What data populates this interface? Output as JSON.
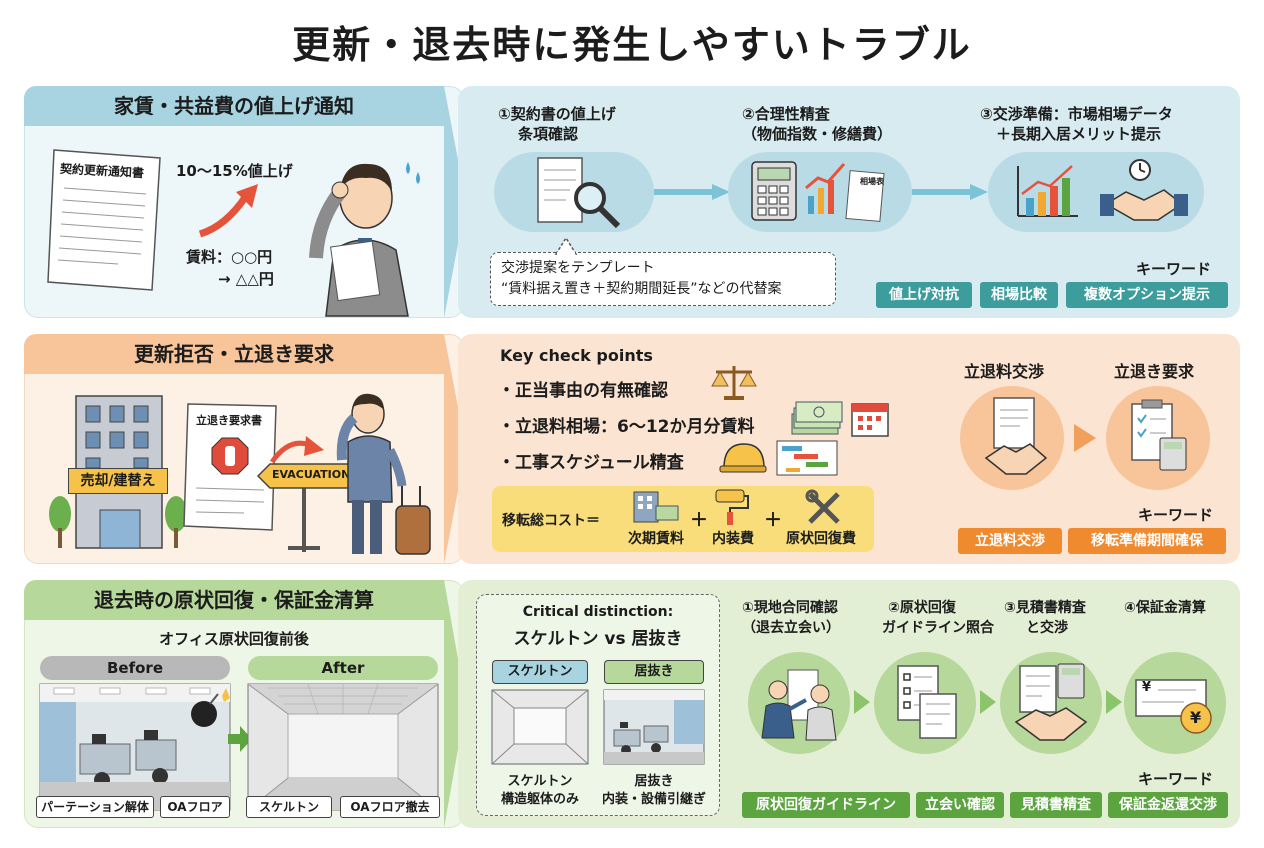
{
  "title": "更新・退去時に発生しやすいトラブル",
  "colors": {
    "blue": "#d7ebf1",
    "blue_head": "#a8d4e2",
    "blue_kw": "#3d9c9c",
    "orange": "#fbe5d2",
    "orange_head": "#f8c49a",
    "orange_kw": "#f08a2e",
    "green": "#e3efd5",
    "green_head": "#b6d89a",
    "green_kw": "#5ba440"
  },
  "s1": {
    "heading": "家賃・共益費の値上げ通知",
    "doc_title": "契約更新通知書",
    "raise": "10〜15%値上げ",
    "rent_line1": "賃料：○○円",
    "rent_line2": "→ △△円",
    "step1_l1": "①契約書の値上げ",
    "step1_l2": "条項確認",
    "step2_l1": "②合理性精査",
    "step2_l2": "（物価指数・修繕費）",
    "step3_l1": "③交渉準備：市場相場データ",
    "step3_l2": "＋長期入居メリット提示",
    "note_l1": "交渉提案をテンプレート",
    "note_l2": "“賃料据え置き＋契約期間延長”などの代替案",
    "doc_small": "相場表",
    "kw_label": "キーワード",
    "keywords": [
      "値上げ対抗",
      "相場比較",
      "複数オプション提示"
    ]
  },
  "s2": {
    "heading": "更新拒否・立退き要求",
    "building_sign": "売却/建替え",
    "doc_title": "立退き要求書",
    "evac": "EVACUATION",
    "check_title": "Key check points",
    "point1": "・正当事由の有無確認",
    "point2": "・立退料相場：6〜12か月分賃料",
    "point3": "・工事スケジュール精査",
    "cost_label": "移転総コスト＝",
    "cost1": "次期賃料",
    "cost2": "内装費",
    "cost3": "原状回復費",
    "plus": "＋",
    "nego1": "立退料交渉",
    "nego2": "立退き要求",
    "kw_label": "キーワード",
    "keywords": [
      "立退料交渉",
      "移転準備期間確保"
    ]
  },
  "s3": {
    "heading": "退去時の原状回復・保証金清算",
    "sub": "オフィス原状回復前後",
    "before": "Before",
    "after": "After",
    "tag1": "パーテーション解体",
    "tag2": "OAフロア",
    "tag3": "スケルトン",
    "tag4": "OAフロア撤去",
    "crit_l1": "Critical distinction:",
    "crit_l2": "スケルトン vs 居抜き",
    "sk_label": "スケルトン",
    "in_label": "居抜き",
    "sk_cap1": "スケルトン",
    "sk_cap2": "構造躯体のみ",
    "in_cap1": "居抜き",
    "in_cap2": "内装・設備引継ぎ",
    "step1_l1": "①現地合同確認",
    "step1_l2": "（退去立会い）",
    "step2_l1": "②原状回復",
    "step2_l2": "ガイドライン照合",
    "step3_l1": "③見積書精査",
    "step3_l2": "と交渉",
    "step4": "④保証金清算",
    "yen": "¥",
    "kw_label": "キーワード",
    "keywords": [
      "原状回復ガイドライン",
      "立会い確認",
      "見積書精査",
      "保証金返還交渉"
    ]
  }
}
